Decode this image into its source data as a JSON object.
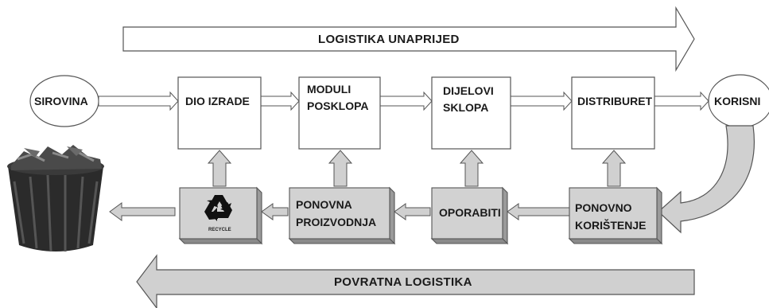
{
  "banners": {
    "forward_label": "LOGISTIKA UNAPRIJED",
    "reverse_label": "POVRATNA LOGISTIKA"
  },
  "nodes": {
    "source_label": "SIROVINA",
    "user_label": "KORISNI"
  },
  "forward_steps": [
    {
      "line1": "DIO IZRADE",
      "line2": ""
    },
    {
      "line1": "MODULI",
      "line2": "POSKLOPA"
    },
    {
      "line1": "DIJELOVI",
      "line2": "SKLOPA"
    },
    {
      "line1": "DISTRIBURET",
      "line2": ""
    }
  ],
  "reverse_steps": [
    {
      "line1": "",
      "line2": "",
      "icon": "recycle-icon",
      "caption": "RECYCLE"
    },
    {
      "line1": "PONOVNA",
      "line2": "PROIZVODNJA"
    },
    {
      "line1": "OPORABITI",
      "line2": ""
    },
    {
      "line1": "PONOVNO",
      "line2": "KORIŠTENJE"
    }
  ],
  "disposal": {
    "icon": "waste-bin-icon"
  },
  "colors": {
    "box_front": "#d2d2d2",
    "box_side": "#9a9a9a",
    "arrow_fill": "#d0d0d0",
    "outline": "#555555"
  }
}
